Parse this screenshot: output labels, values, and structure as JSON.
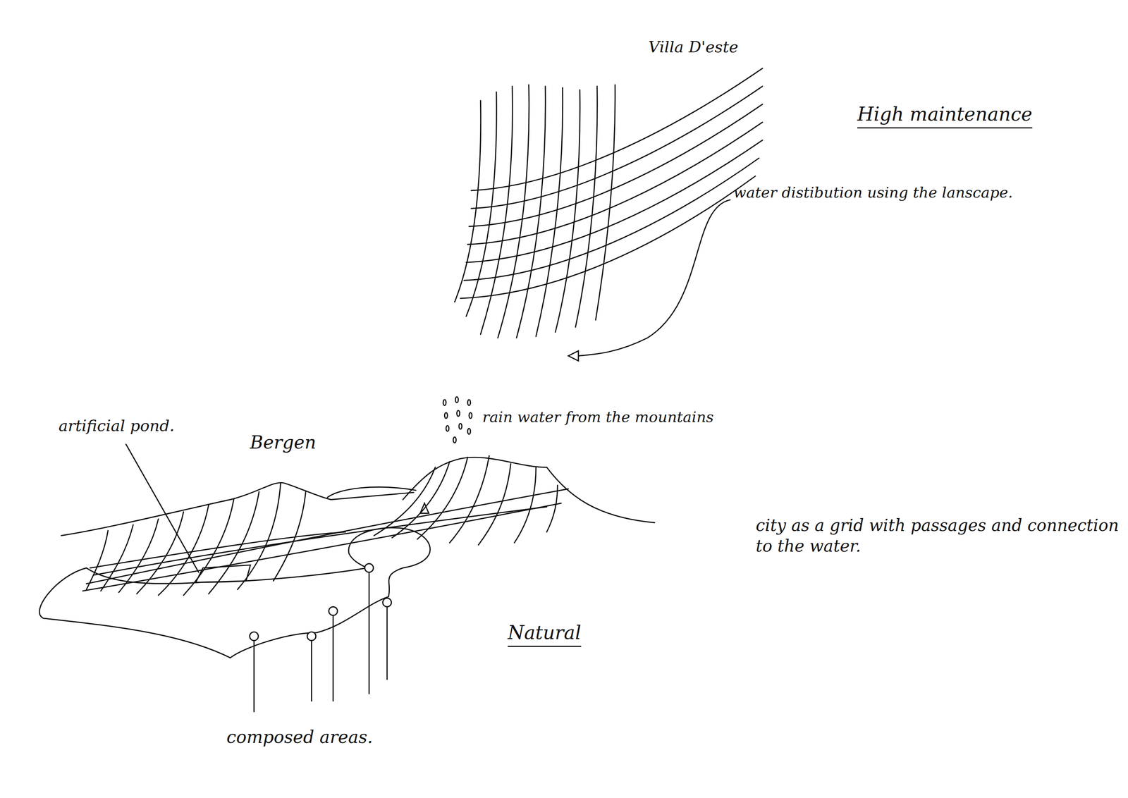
{
  "diagram": {
    "labels": [
      "Villa D'este",
      "High maintenance",
      "water distibution using the lanscape.",
      "rain water from the mountains",
      "artificial pond.",
      "Bergen",
      "city as a grid with passages and connection to the water.",
      "Natural",
      "composed areas."
    ]
  }
}
